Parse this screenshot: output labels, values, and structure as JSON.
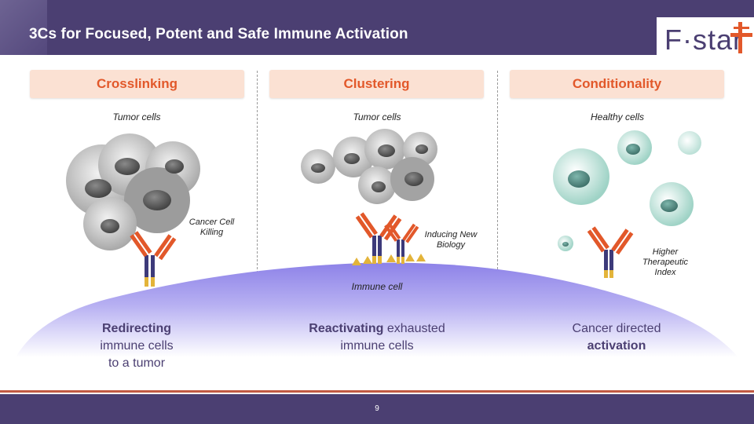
{
  "header": {
    "title": "3Cs for Focused, Potent and Safe Immune Activation"
  },
  "logo": {
    "text": "F·star"
  },
  "columns": [
    {
      "pill": "Crosslinking",
      "cells_label": "Tumor cells",
      "note": "Cancer Cell Killing",
      "bottom_bold": "Redirecting",
      "bottom_rest": "immune cells to a tumor"
    },
    {
      "pill": "Clustering",
      "cells_label": "Tumor cells",
      "note": "Inducing New Biology",
      "bottom_bold": "Reactivating",
      "bottom_rest": "exhausted immune cells"
    },
    {
      "pill": "Conditionality",
      "cells_label": "Healthy cells",
      "note": "Higher Therapeutic Index",
      "bottom_rest": "Cancer directed",
      "bottom_bold": "activation"
    }
  ],
  "immune_cell_label": "Immune cell",
  "footer": {
    "page_number": "9"
  },
  "colors": {
    "brand_purple": "#4b3f72",
    "accent_orange": "#e2582a",
    "pill_bg": "#fbe1d3",
    "footer_red": "#c25a43"
  }
}
